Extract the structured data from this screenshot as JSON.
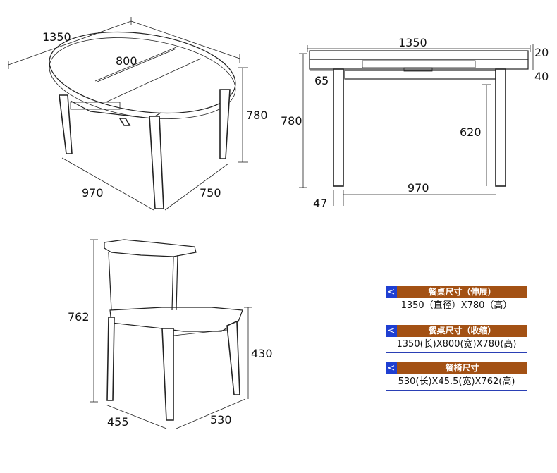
{
  "dimensions": {
    "table_top_diameter": "1350",
    "table_top_width": "800",
    "table_height": "780",
    "table_leg_span_long": "970",
    "table_leg_span_short": "750",
    "front_width": "1350",
    "front_top_thickness": "20",
    "front_apron": "40",
    "front_leg_offset": "65",
    "front_height": "780",
    "front_clearance": "620",
    "front_leg_span": "970",
    "front_leg_width": "47",
    "chair_height": "762",
    "chair_seat_height": "430",
    "chair_depth": "455",
    "chair_width": "530"
  },
  "specs": [
    {
      "title": "餐桌尺寸（伸展）",
      "value": "1350（直径）X780（高）",
      "icon": "chevron-left-icon"
    },
    {
      "title": "餐桌尺寸（收缩）",
      "value": "1350(长)X800(宽)X780(高)",
      "icon": "chevron-left-icon"
    },
    {
      "title": "餐椅尺寸",
      "value": "530(长)X45.5(宽)X762(高)",
      "icon": "chevron-left-icon"
    }
  ],
  "icons": {
    "arrow_glyph": "<"
  },
  "colors": {
    "accent_blue": "#1f3fd1",
    "title_brown": "#a35114",
    "underline_blue": "#2a3fb5"
  }
}
